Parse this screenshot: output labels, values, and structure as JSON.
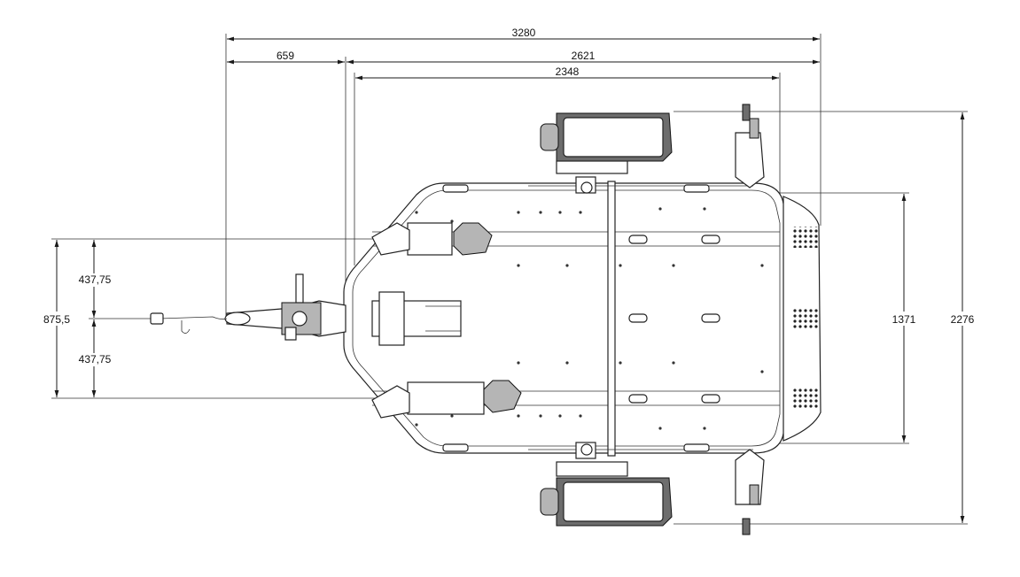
{
  "dimensions": {
    "overall_length": "3280",
    "drawbar_length": "659",
    "body_length": "2621",
    "frame_length": "2348",
    "overall_width": "2276",
    "frame_width": "1371",
    "rail_spacing": "875,5",
    "half_spacing_upper": "437,75",
    "half_spacing_lower": "437,75"
  },
  "colors": {
    "line": "#1a1a1a",
    "tire": "#6d6d6d",
    "metal": "#b5b5b5"
  }
}
